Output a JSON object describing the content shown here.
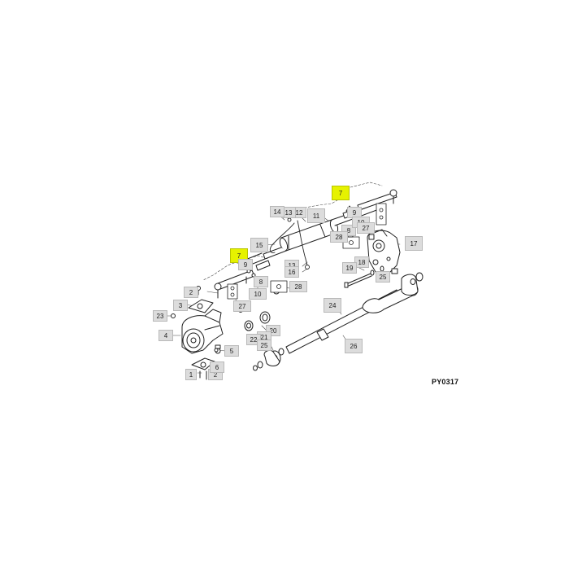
{
  "diagram": {
    "reference_code": "PY0317",
    "callouts": [
      {
        "id": "c7a",
        "label": "7",
        "highlight": true
      },
      {
        "id": "c7b",
        "label": "7",
        "highlight": true
      },
      {
        "id": "c1",
        "label": "1"
      },
      {
        "id": "c2a",
        "label": "2"
      },
      {
        "id": "c2b",
        "label": "2"
      },
      {
        "id": "c3",
        "label": "3"
      },
      {
        "id": "c4",
        "label": "4"
      },
      {
        "id": "c5",
        "label": "5"
      },
      {
        "id": "c6",
        "label": "6"
      },
      {
        "id": "c8a",
        "label": "8"
      },
      {
        "id": "c8b",
        "label": "8"
      },
      {
        "id": "c9a",
        "label": "9"
      },
      {
        "id": "c9b",
        "label": "9"
      },
      {
        "id": "c10a",
        "label": "10"
      },
      {
        "id": "c10b",
        "label": "10"
      },
      {
        "id": "c11",
        "label": "11"
      },
      {
        "id": "c12",
        "label": "12"
      },
      {
        "id": "c13a",
        "label": "13"
      },
      {
        "id": "c13b",
        "label": "13"
      },
      {
        "id": "c14",
        "label": "14"
      },
      {
        "id": "c15",
        "label": "15"
      },
      {
        "id": "c16",
        "label": "16"
      },
      {
        "id": "c17",
        "label": "17"
      },
      {
        "id": "c18",
        "label": "18"
      },
      {
        "id": "c19",
        "label": "19"
      },
      {
        "id": "c20",
        "label": "20"
      },
      {
        "id": "c21",
        "label": "21"
      },
      {
        "id": "c22",
        "label": "22"
      },
      {
        "id": "c23",
        "label": "23"
      },
      {
        "id": "c24",
        "label": "24"
      },
      {
        "id": "c25a",
        "label": "25"
      },
      {
        "id": "c25b",
        "label": "25"
      },
      {
        "id": "c26",
        "label": "26"
      },
      {
        "id": "c27a",
        "label": "27"
      },
      {
        "id": "c27b",
        "label": "27"
      },
      {
        "id": "c28a",
        "label": "28"
      },
      {
        "id": "c28b",
        "label": "28"
      }
    ]
  }
}
